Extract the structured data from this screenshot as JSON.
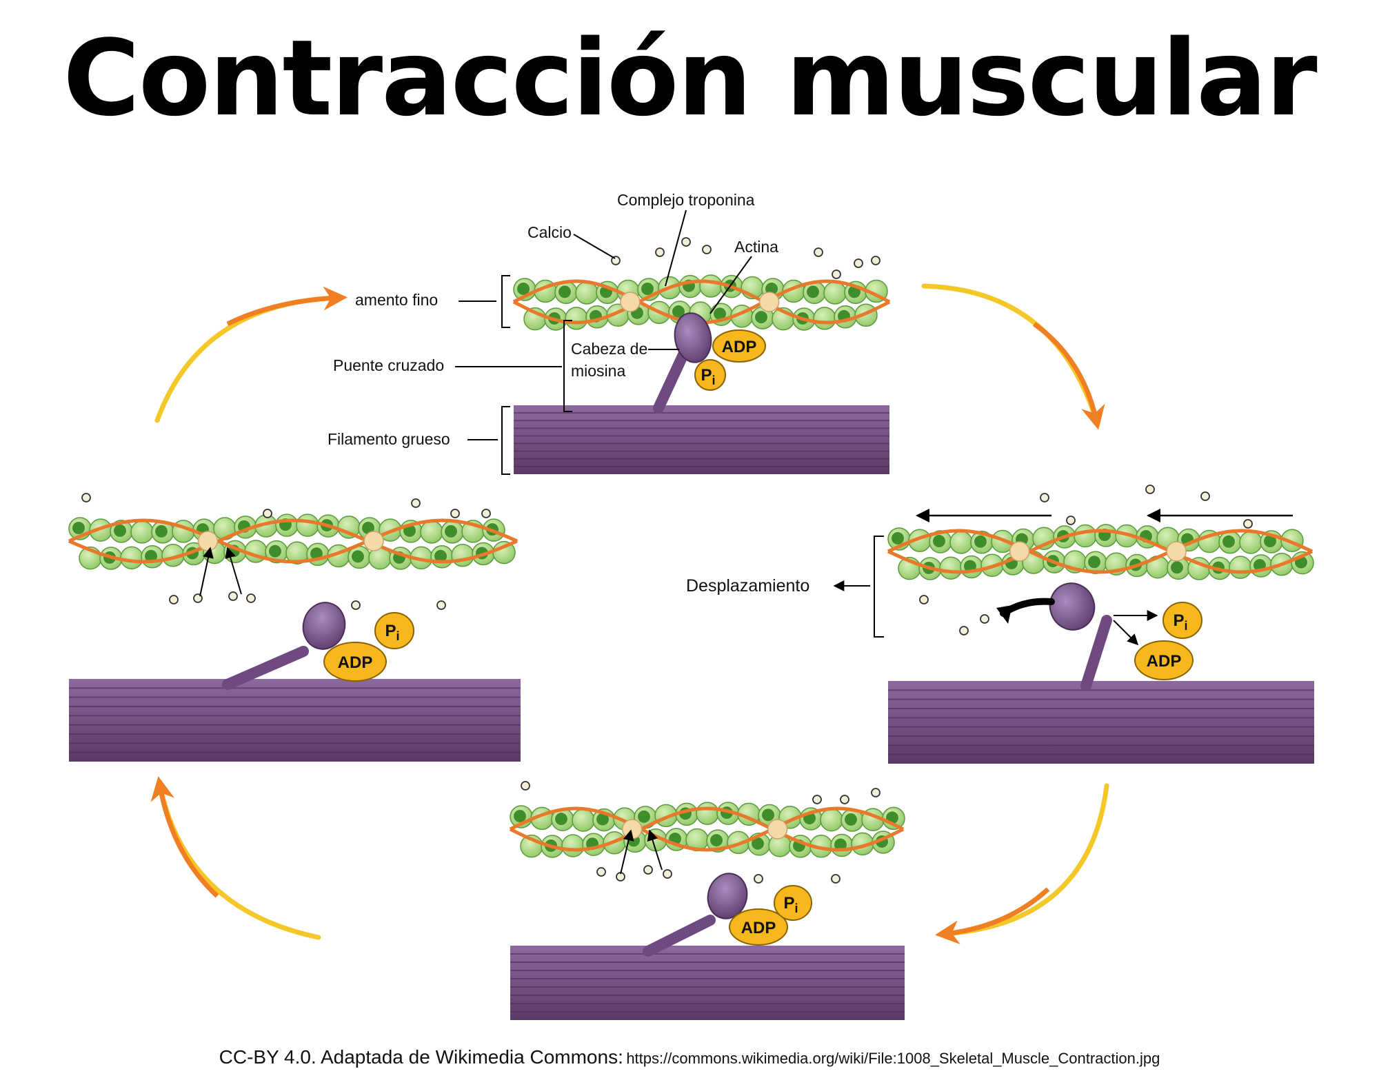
{
  "title": "Contracción muscular",
  "labels": {
    "calcio": "Calcio",
    "complejo_troponina": "Complejo troponina",
    "actina": "Actina",
    "filamento_fino": "amento fino",
    "cabeza_de": "Cabeza de",
    "miosina": "miosina",
    "puente_cruzado": "Puente cruzado",
    "filamento_grueso": "Filamento grueso",
    "desplazamiento": "Desplazamiento"
  },
  "molecules": {
    "adp": "ADP",
    "pi_main": "P",
    "pi_sub": "i"
  },
  "credit": {
    "text": "CC-BY 4.0. Adaptada de Wikimedia Commons:",
    "url": "https://commons.wikimedia.org/wiki/File:1008_Skeletal_Muscle_Contraction.jpg"
  },
  "colors": {
    "actin_light": "#a9d67e",
    "actin_dark": "#3f8e2a",
    "tropomyosin": "#e8792c",
    "troponin": "#f6d9a8",
    "myosin": "#6e4a80",
    "myosin_head": "#8a6aa6",
    "molecule_fill": "#f6b81d",
    "arrow_orange": "#f07e22",
    "arrow_yellow": "#f5c82a"
  }
}
